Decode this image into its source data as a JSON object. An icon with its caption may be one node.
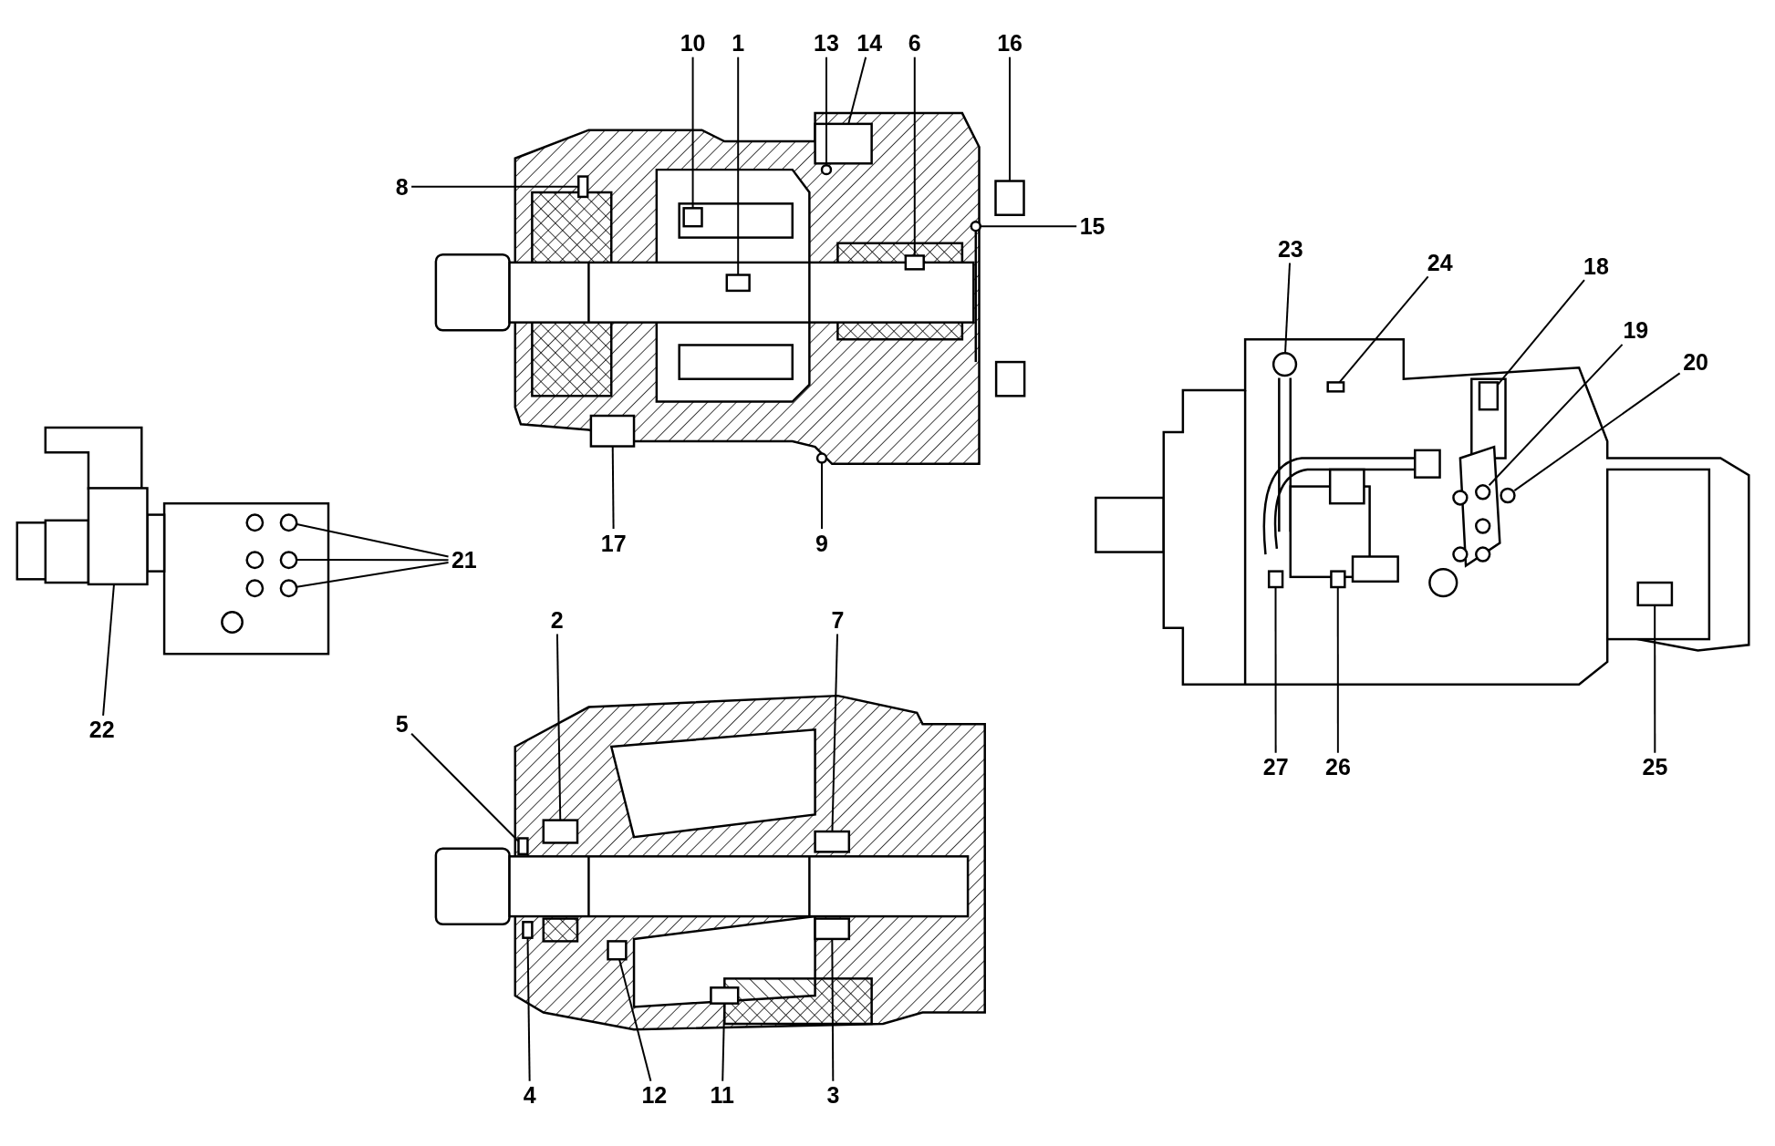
{
  "diagram": {
    "nodes": [
      {
        "text": [
          "10"
        ]
      },
      {
        "text": [
          "1"
        ]
      },
      {
        "text": [
          "13"
        ]
      },
      {
        "text": [
          "14"
        ]
      },
      {
        "text": [
          "6"
        ]
      },
      {
        "text": [
          "16"
        ]
      },
      {
        "text": [
          "8"
        ]
      },
      {
        "text": [
          "15"
        ]
      },
      {
        "text": [
          "23"
        ]
      },
      {
        "text": [
          "24"
        ]
      },
      {
        "text": [
          "18"
        ]
      },
      {
        "text": [
          "19"
        ]
      },
      {
        "text": [
          "20"
        ]
      },
      {
        "text": [
          "17"
        ]
      },
      {
        "text": [
          "9"
        ]
      },
      {
        "text": [
          "21"
        ]
      },
      {
        "text": [
          "2"
        ]
      },
      {
        "text": [
          "7"
        ]
      },
      {
        "text": [
          "5"
        ]
      },
      {
        "text": [
          "22"
        ]
      },
      {
        "text": [
          "27"
        ]
      },
      {
        "text": [
          "26"
        ]
      },
      {
        "text": [
          "25"
        ]
      },
      {
        "text": [
          "4"
        ]
      },
      {
        "text": [
          "12"
        ]
      },
      {
        "text": [
          "11"
        ]
      },
      {
        "text": [
          "3"
        ]
      },
      {
        "text": [],
        "shape": "box"
      },
      {
        "text": [],
        "shape": "box"
      },
      {
        "text": [],
        "shape": "circle"
      },
      {
        "text": [],
        "shape": "box"
      },
      {
        "text": [],
        "shape": "box"
      },
      {
        "text": [],
        "shape": "box"
      },
      {
        "text": [],
        "shape": "box"
      },
      {
        "text": [],
        "shape": "circle"
      },
      {
        "text": [],
        "shape": "circle"
      },
      {
        "text": [],
        "shape": "box"
      },
      {
        "text": [],
        "shape": "box"
      },
      {
        "text": [],
        "shape": "circle"
      },
      {
        "text": [],
        "shape": "circle"
      },
      {
        "text": [],
        "shape": "box"
      },
      {
        "text": [],
        "shape": "circle"
      },
      {
        "text": [],
        "shape": "circle"
      },
      {
        "text": [],
        "shape": "circle"
      },
      {
        "text": [],
        "shape": "circle"
      },
      {
        "text": [],
        "shape": "box"
      },
      {
        "text": [],
        "shape": "box"
      },
      {
        "text": [],
        "shape": "box"
      },
      {
        "text": [],
        "shape": "box"
      },
      {
        "text": [],
        "shape": "box"
      },
      {
        "text": [],
        "shape": "box"
      },
      {
        "text": [],
        "shape": "box"
      },
      {
        "text": [],
        "shape": "box"
      },
      {
        "text": [],
        "shape": "box"
      },
      {
        "text": [],
        "shape": "box"
      },
      {
        "text": [],
        "shape": "box"
      }
    ],
    "edges": [
      {
        "from": 0,
        "to": 27,
        "arrow": "none"
      },
      {
        "from": 1,
        "to": 28,
        "arrow": "none"
      },
      {
        "from": 2,
        "to": 29,
        "arrow": "none"
      },
      {
        "from": 3,
        "to": 30,
        "arrow": "none"
      },
      {
        "from": 4,
        "to": 31,
        "arrow": "none"
      },
      {
        "from": 5,
        "to": 32,
        "arrow": "none"
      },
      {
        "from": 6,
        "to": 33,
        "arrow": "none"
      },
      {
        "from": 7,
        "to": 34,
        "arrow": "none"
      },
      {
        "from": 8,
        "to": 35,
        "arrow": "none"
      },
      {
        "from": 9,
        "to": 36,
        "arrow": "none"
      },
      {
        "from": 10,
        "to": 37,
        "arrow": "none"
      },
      {
        "from": 11,
        "to": 38,
        "arrow": "none"
      },
      {
        "from": 12,
        "to": 39,
        "arrow": "none"
      },
      {
        "from": 13,
        "to": 40,
        "arrow": "none"
      },
      {
        "from": 14,
        "to": 41,
        "arrow": "none"
      },
      {
        "from": 15,
        "to": 42,
        "arrow": "none"
      },
      {
        "from": 15,
        "to": 43,
        "arrow": "none"
      },
      {
        "from": 15,
        "to": 44,
        "arrow": "none"
      },
      {
        "from": 16,
        "to": 45,
        "arrow": "none"
      },
      {
        "from": 17,
        "to": 46,
        "arrow": "none"
      },
      {
        "from": 18,
        "to": 47,
        "arrow": "none"
      },
      {
        "from": 19,
        "to": 48,
        "arrow": "none"
      },
      {
        "from": 20,
        "to": 49,
        "arrow": "none"
      },
      {
        "from": 21,
        "to": 50,
        "arrow": "none"
      },
      {
        "from": 22,
        "to": 51,
        "arrow": "none"
      },
      {
        "from": 23,
        "to": 52,
        "arrow": "none"
      },
      {
        "from": 24,
        "to": 53,
        "arrow": "none"
      },
      {
        "from": 25,
        "to": 54,
        "arrow": "none"
      },
      {
        "from": 26,
        "to": 55,
        "arrow": "none"
      }
    ]
  }
}
